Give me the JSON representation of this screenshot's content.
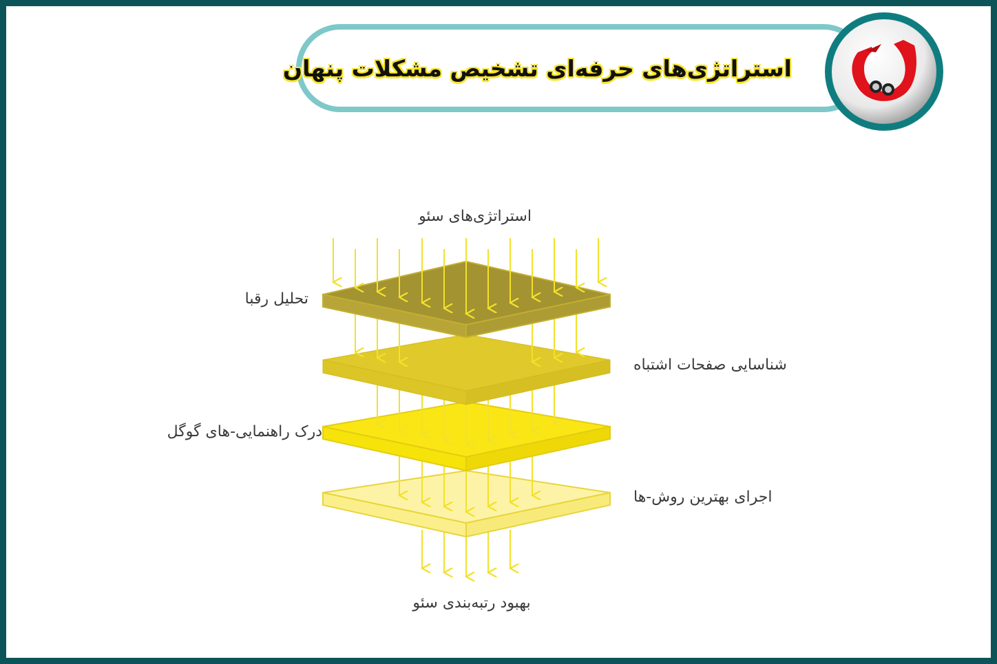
{
  "header": {
    "title": "استراتژی‌های حرفه‌ای تشخیص مشکلات پنهان",
    "logo_icon": "horseshoe-magnet-logo"
  },
  "colors": {
    "frame": "#0d5459",
    "pill_border": "#7ec8c9",
    "title_highlight": "#f7e42a",
    "arrow": "#f2e12b",
    "layer_1": "#a39331",
    "layer_2": "#e0c92a",
    "layer_3": "#f6e30a",
    "layer_4": "#fbef8c",
    "logo_red": "#e0121b"
  },
  "diagram": {
    "input_label": "استراتژی‌های سئو",
    "output_label": "بهبود رتبه‌بندی سئو",
    "layers": [
      {
        "label": "تحلیل رقبا",
        "side": "left"
      },
      {
        "label": "شناسایی صفحات اشتباه",
        "side": "right"
      },
      {
        "label": "درک راهنمایی-های گوگل",
        "side": "left"
      },
      {
        "label": "اجرای بهترین روش-ها",
        "side": "right"
      }
    ]
  }
}
